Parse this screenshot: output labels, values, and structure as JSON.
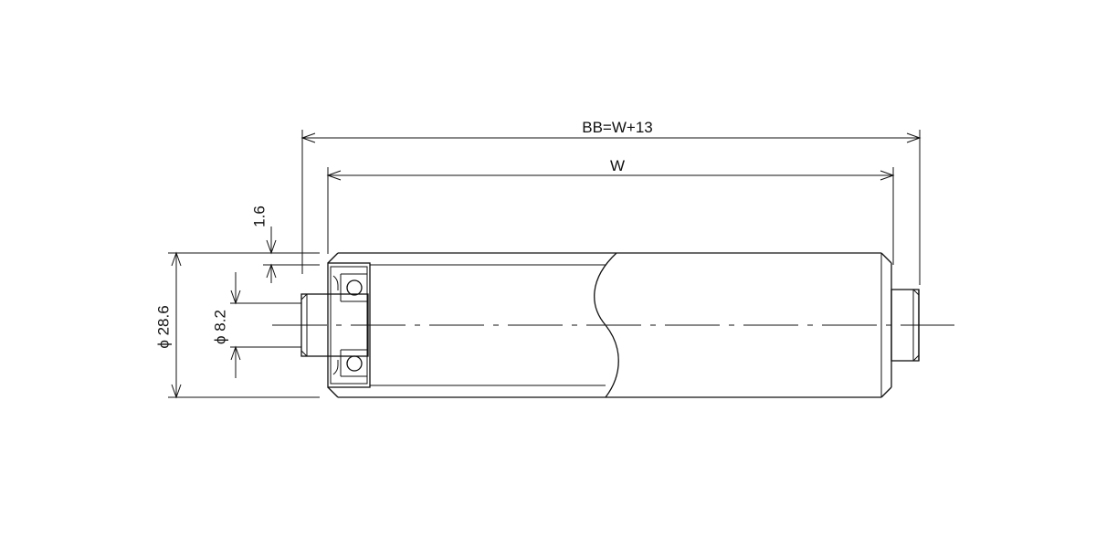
{
  "dimensions": {
    "overall": "BB=W+13",
    "width": "W",
    "wall_thickness": "1.6",
    "shaft_diameter": "ϕ 8.2",
    "tube_diameter": "ϕ 28.6"
  }
}
